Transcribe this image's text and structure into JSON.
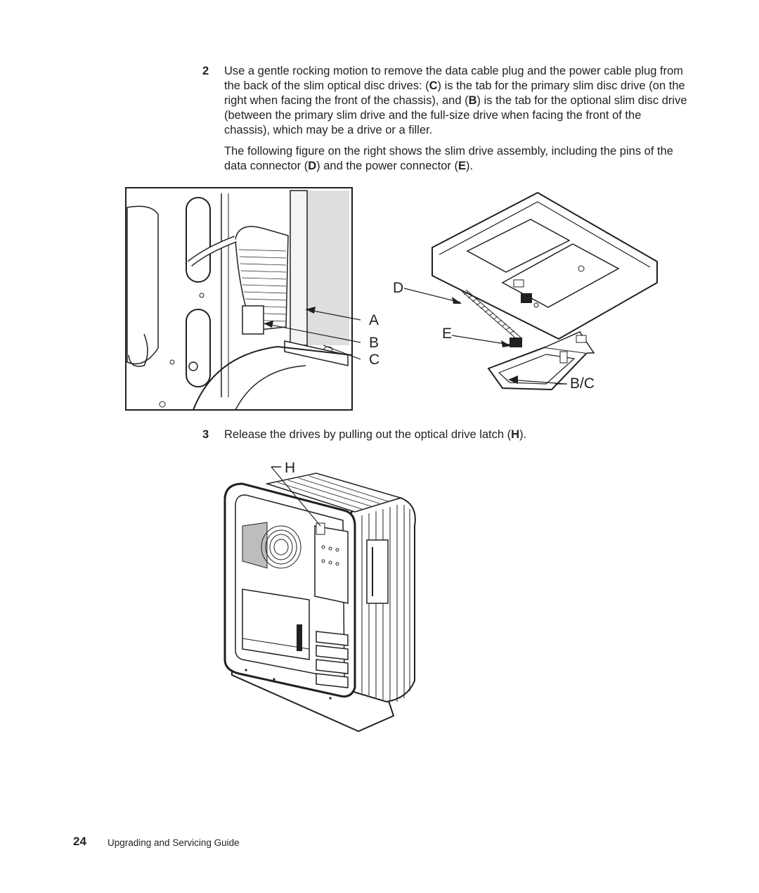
{
  "steps": [
    {
      "number": "2",
      "text_before_c": "Use a gentle rocking motion to remove the data cable plug and the power cable plug from the back of the slim optical disc drives: (",
      "bold_c": "C",
      "text_after_c": ") is the tab for the primary slim disc drive (on the right when facing the front of the chassis), and (",
      "bold_b": "B",
      "text_after_b": ") is the tab for the optional slim disc drive (between the primary slim drive and the full-size drive when facing the front of the chassis), which may be a drive or a filler."
    },
    {
      "number": "3",
      "text_before": "Release the drives by pulling out the optical drive latch (",
      "bold": "H",
      "text_after": ")."
    }
  ],
  "paragraph": {
    "text_before_d": "The following figure on the right shows the slim drive assembly, including the pins of the data connector (",
    "bold_d": "D",
    "text_between": ") and the power connector (",
    "bold_e": "E",
    "text_after": ")."
  },
  "figures": {
    "chassis_closeup_callouts": [
      "A",
      "B",
      "C"
    ],
    "slim_drive_callouts": [
      "D",
      "E",
      "B/C"
    ],
    "tower_callout": "H"
  },
  "footer": {
    "page_number": "24",
    "title": "Upgrading and Servicing Guide"
  }
}
